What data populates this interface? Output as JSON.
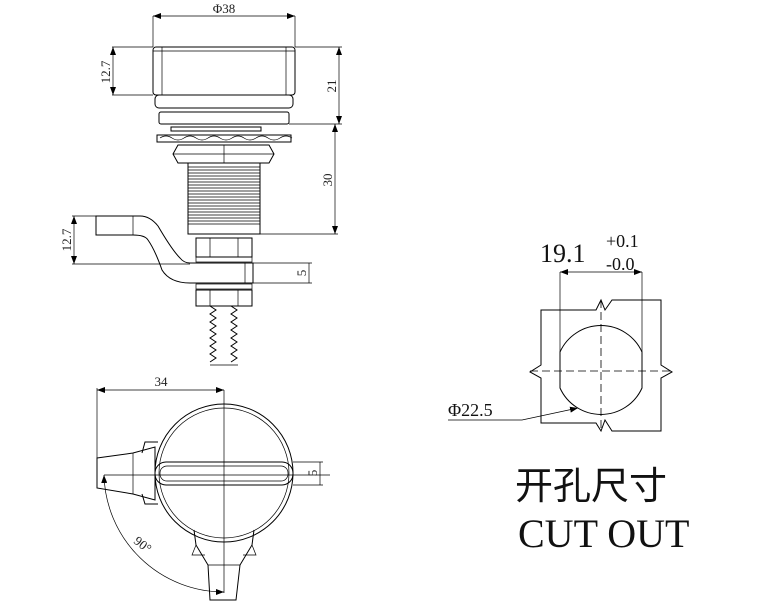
{
  "side_view": {
    "dim_diameter": "Φ38",
    "dim_cap_height": "12.7",
    "dim_total_height": "21",
    "dim_grip": "30",
    "dim_cam_offset": "12.7",
    "dim_cam_thickness": "5"
  },
  "front_view": {
    "dim_cam_length": "34",
    "dim_slot_width": "5",
    "dim_rotation": "90°"
  },
  "cutout": {
    "dim_flat_width": "19.1",
    "tolerance_plus": "+0.1",
    "tolerance_minus": "-0.0",
    "dim_diameter": "Φ22.5",
    "title_cn": "开孔尺寸",
    "title_en": "CUT OUT"
  }
}
